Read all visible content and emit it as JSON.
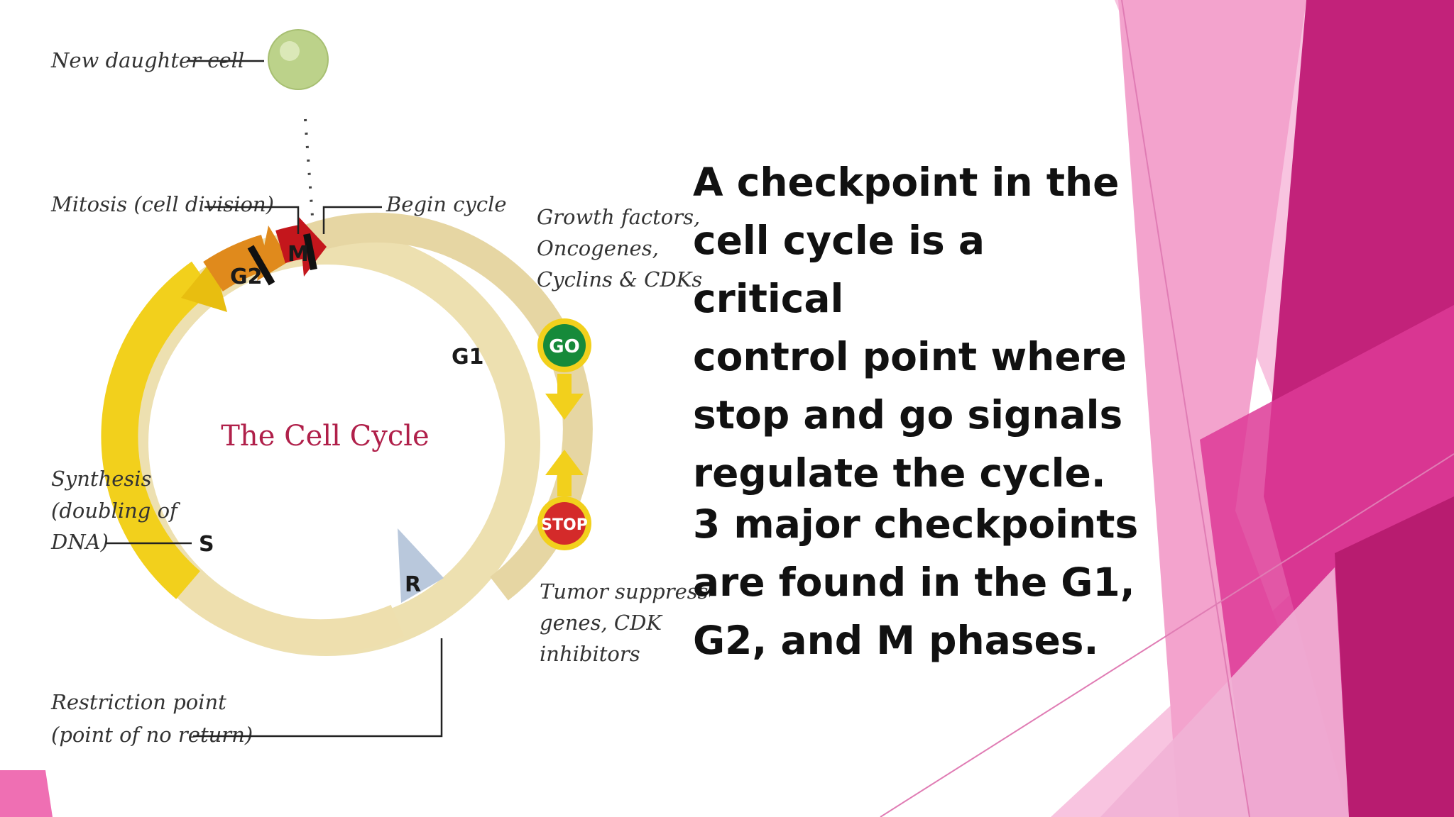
{
  "diagram": {
    "title": "The Cell Cycle",
    "labels": {
      "new_daughter_cell": "New daughter cell",
      "mitosis": "Mitosis (cell division)",
      "begin_cycle": "Begin cycle",
      "synthesis_1": "Synthesis",
      "synthesis_2": "(doubling of",
      "synthesis_3": "DNA)",
      "restriction_1": "Restriction point",
      "restriction_2": "(point of no return)"
    },
    "phases": {
      "g2": "G2",
      "m": "M",
      "g1": "G1",
      "s": "S",
      "r": "R"
    },
    "signals": {
      "growth_1": "Growth factors,",
      "growth_2": "Oncogenes,",
      "growth_3": "Cyclins & CDKs",
      "go": "GO",
      "stop": "STOP",
      "tumor_1": "Tumor suppressor",
      "tumor_2": "genes, CDK",
      "tumor_3": "inhibitors"
    }
  },
  "text": {
    "paragraph1": "A checkpoint in the\ncell cycle is a critical\ncontrol point where\nstop and go signals\nregulate the cycle.",
    "paragraph2": " 3 major checkpoints\nare found in the G1,\nG2, and M phases."
  },
  "colors": {
    "accent_magenta": "#c2227a",
    "light_pink": "#f19ac8",
    "go_green": "#168a3a",
    "stop_red": "#d42a2a",
    "arrow_yellow": "#f4d21e",
    "title_crimson": "#b0204a"
  }
}
